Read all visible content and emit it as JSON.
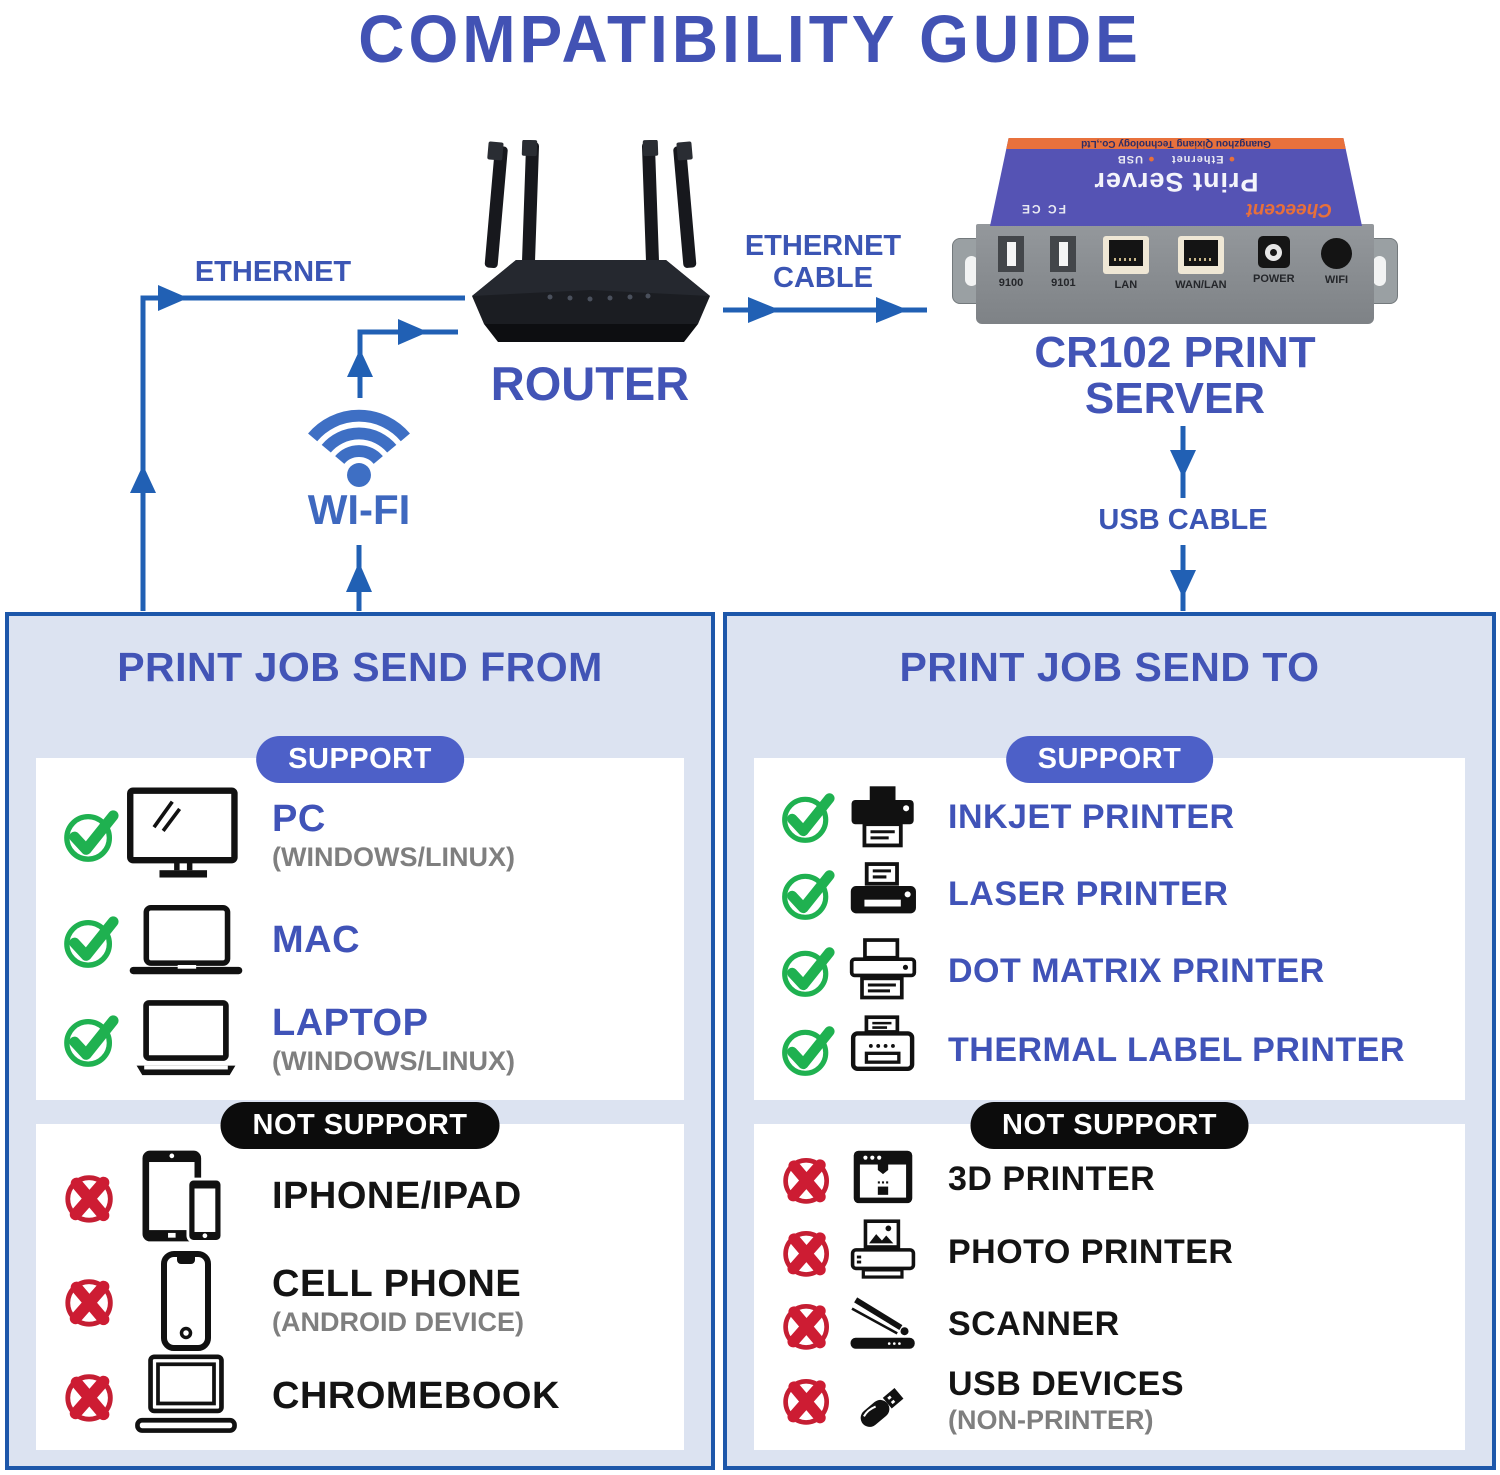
{
  "title": "COMPATIBILITY GUIDE",
  "colors": {
    "accent_blue": "#4254b6",
    "line_blue": "#2160b4",
    "panel_border": "#1d57aa",
    "panel_bg": "#dce3f1",
    "pill_blue": "#4d60c8",
    "pill_black": "#0c0c0c",
    "check_green": "#1fb150",
    "cross_red": "#c91e33",
    "subtext_gray": "#7f7f7f",
    "device_top_purple": "#5553b4",
    "device_stripe_orange": "#e8713c"
  },
  "diagram": {
    "ethernet_label": "ETHERNET",
    "ethernet_cable_label": "ETHERNET CABLE",
    "usb_cable_label": "USB CABLE",
    "wifi_label": "WI-FI",
    "router_label": "ROUTER",
    "server_label": "CR102 PRINT SERVER",
    "device": {
      "brand": "Cheecent",
      "product": "Print Server",
      "certs": "FC CE",
      "iface_dot": "●",
      "iface_ethernet": "Ethernet",
      "iface_usb": "USB",
      "company": "Guangzhou Qixiang Technology Co.,Ltd",
      "ports": [
        "9100",
        "9101",
        "LAN",
        "WAN/LAN",
        "POWER",
        "WIFI"
      ]
    }
  },
  "left_panel": {
    "title": "PRINT JOB SEND FROM",
    "support_label": "SUPPORT",
    "not_support_label": "NOT SUPPORT",
    "support_items": [
      {
        "label": "PC",
        "sublabel": "(WINDOWS/LINUX)"
      },
      {
        "label": "MAC",
        "sublabel": ""
      },
      {
        "label": "LAPTOP",
        "sublabel": "(WINDOWS/LINUX)"
      }
    ],
    "not_support_items": [
      {
        "label": "IPHONE/IPAD",
        "sublabel": ""
      },
      {
        "label": "CELL PHONE",
        "sublabel": "(ANDROID DEVICE)"
      },
      {
        "label": "CHROMEBOOK",
        "sublabel": ""
      }
    ]
  },
  "right_panel": {
    "title": "PRINT JOB SEND TO",
    "support_label": "SUPPORT",
    "not_support_label": "NOT SUPPORT",
    "support_items": [
      {
        "label": "INKJET PRINTER",
        "sublabel": ""
      },
      {
        "label": "LASER PRINTER",
        "sublabel": ""
      },
      {
        "label": "DOT MATRIX PRINTER",
        "sublabel": ""
      },
      {
        "label": "THERMAL LABEL PRINTER",
        "sublabel": ""
      }
    ],
    "not_support_items": [
      {
        "label": "3D PRINTER",
        "sublabel": ""
      },
      {
        "label": "PHOTO PRINTER",
        "sublabel": ""
      },
      {
        "label": "SCANNER",
        "sublabel": ""
      },
      {
        "label": "USB DEVICES",
        "sublabel": "(NON-PRINTER)"
      }
    ]
  }
}
